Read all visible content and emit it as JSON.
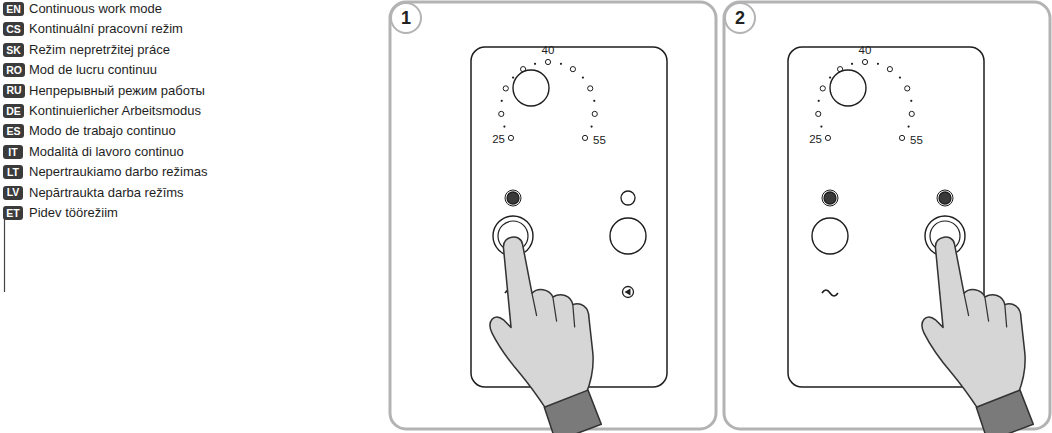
{
  "diagram": {
    "nodes": [
      {
        "text": [
          "EN"
        ]
      },
      {
        "text": [
          "CS"
        ]
      },
      {
        "text": [
          "SK"
        ]
      },
      {
        "text": [
          "RO"
        ]
      },
      {
        "text": [
          "RU"
        ]
      },
      {
        "text": [
          "DE"
        ]
      },
      {
        "text": [
          "ES"
        ]
      },
      {
        "text": [
          "IT"
        ]
      },
      {
        "text": [
          "LT"
        ]
      },
      {
        "text": [
          "LV"
        ]
      },
      {
        "text": [
          "ET"
        ]
      },
      {
        "text": [
          "1"
        ]
      },
      {
        "text": [
          "2"
        ]
      }
    ],
    "labels": [
      "Continuous work mode",
      "Kontinuální pracovní režim",
      "Režim nepretržitej práce",
      "Mod de lucru continuu",
      "Непрерывный режим работы",
      "Kontinuierlicher Arbeitsmodus",
      "Modo de trabajo continuo",
      "Modalità di lavoro continuo",
      "Nepertraukiamo darbo režimas",
      "Nepārtraukta darba režīms",
      "Pidev töörežiim",
      "40",
      "25",
      "55",
      "40",
      "25",
      "55"
    ]
  }
}
